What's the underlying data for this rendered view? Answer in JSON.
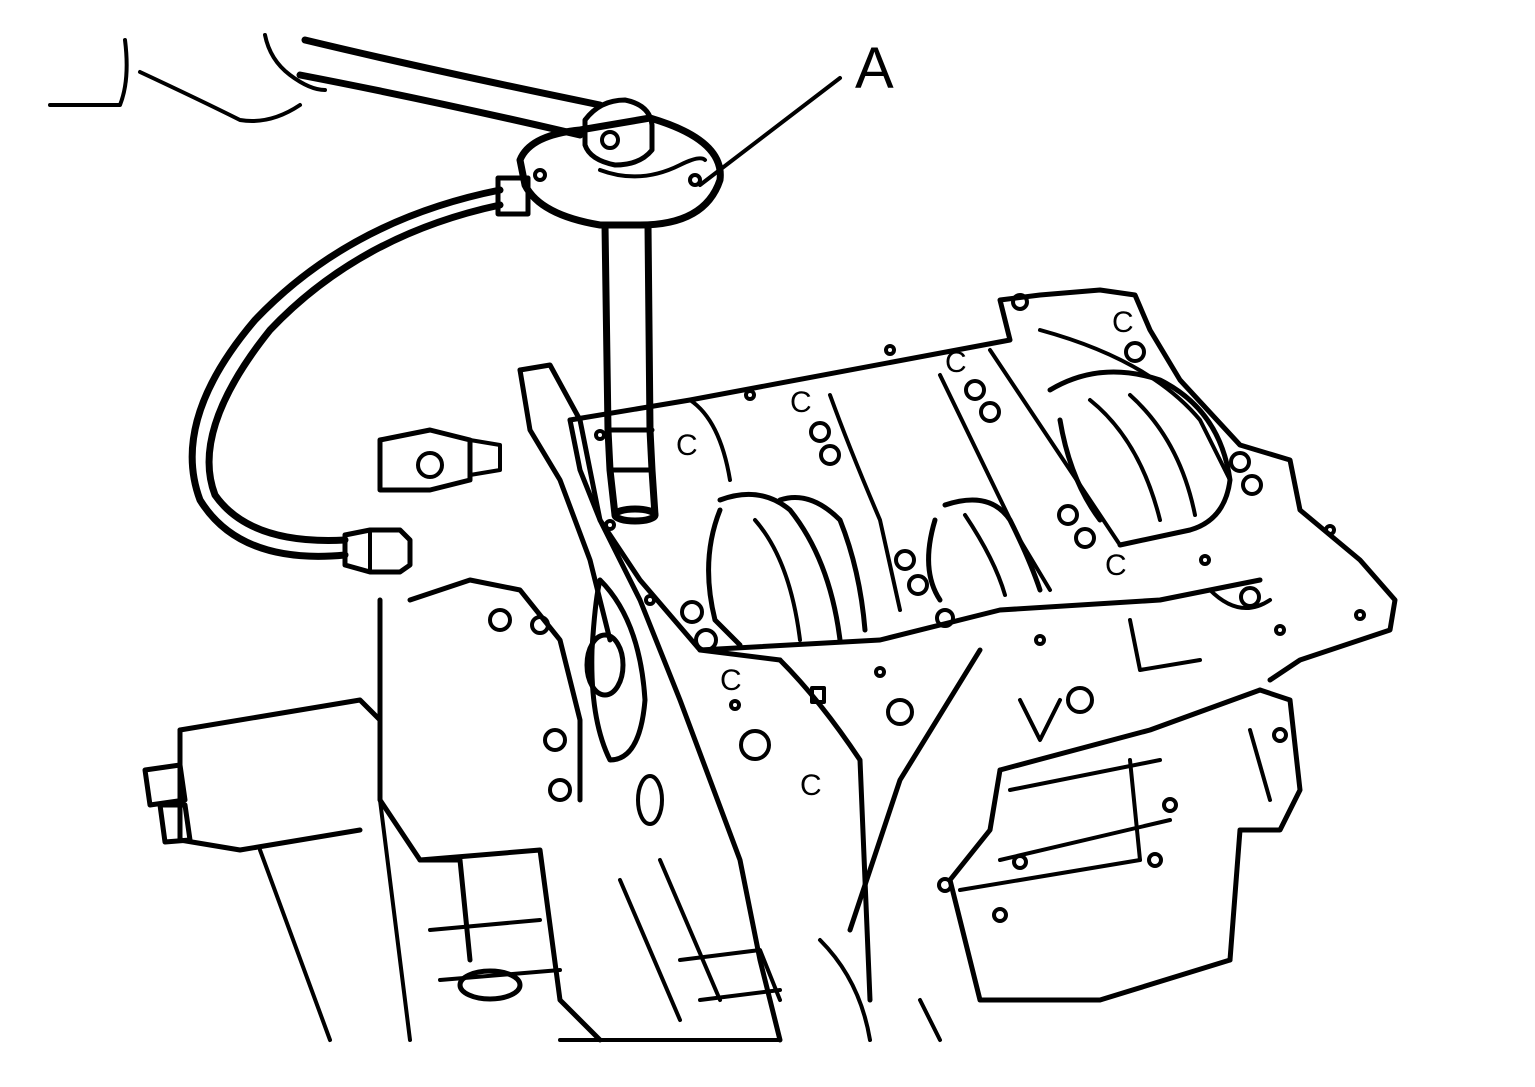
{
  "diagram": {
    "callouts": [
      {
        "letter": "A"
      }
    ],
    "embossed_marks": [
      "C",
      "C",
      "C",
      "C",
      "C",
      "C",
      "C"
    ]
  }
}
